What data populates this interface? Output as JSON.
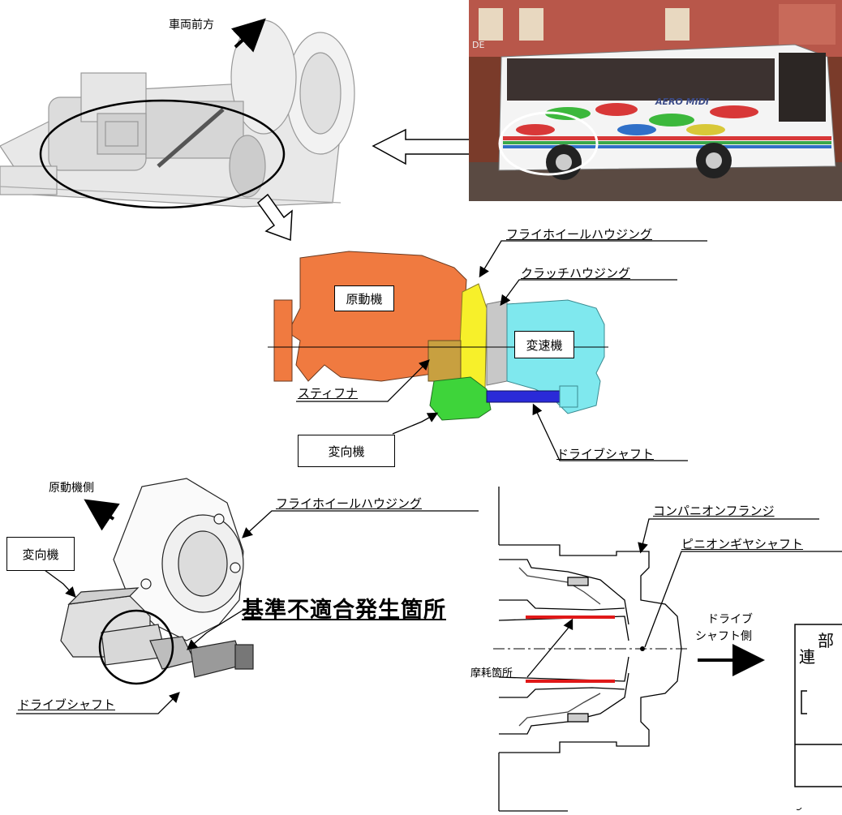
{
  "top": {
    "forward_label": "車両前方",
    "bus_brand": "AERO MIDI",
    "bus_sign": "DE"
  },
  "middle": {
    "flywheel_housing": "フライホイールハウジング",
    "clutch_housing": "クラッチハウジング",
    "engine": "原動機",
    "transmission": "変速機",
    "stiffener": "スティフナ",
    "gearbox": "変向機",
    "drive_shaft": "ドライブシャフト"
  },
  "bottom_left": {
    "engine_side": "原動機側",
    "flywheel_housing": "フライホイールハウジング",
    "gearbox": "変向機",
    "defect_title": "基準不適合発生箇所",
    "drive_shaft": "ドライブシャフト"
  },
  "bottom_right": {
    "companion_flange": "コンパニオンフランジ",
    "pinion_shaft": "ピニオンギヤシャフト",
    "drive_shaft_side_1": "ドライブ",
    "drive_shaft_side_2": "シャフト側",
    "wear_point": "摩耗箇所",
    "table_char_1": "部",
    "table_char_2": "連"
  },
  "colors": {
    "engine": "#f07a40",
    "flywheel": "#f7f02a",
    "transmission": "#7fe8ee",
    "gearbox": "#3ed43a",
    "driveshaft": "#2a2ad8",
    "clutch": "#c8c8c8",
    "wear": "#e01818"
  }
}
